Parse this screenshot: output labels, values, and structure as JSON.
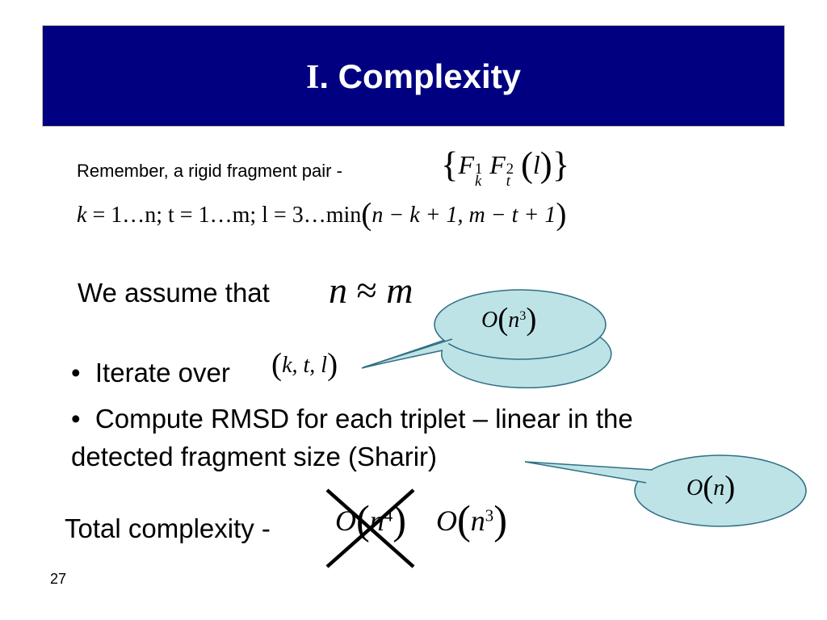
{
  "slide": {
    "title_numeral": "I",
    "title_text": ". Complexity",
    "page_number": "27"
  },
  "intro": {
    "remember_text": "Remember, a rigid fragment pair -",
    "range_k": "k",
    "range_values": "= 1…n; t = 1…m; l = 3…min",
    "range_args": "n − k + 1, m − t + 1"
  },
  "assumption": {
    "label": "We assume that",
    "expr_n": "n",
    "expr_rel": "≈",
    "expr_m": "m"
  },
  "bullets": [
    {
      "text": "Iterate over",
      "math": "k, t, l"
    },
    {
      "text": "Compute RMSD for each triplet – linear in the",
      "continuation": "detected fragment size (Sharir)"
    }
  ],
  "callouts": [
    {
      "o": "O",
      "base": "n",
      "exp": "3",
      "fill": "#bde3e6"
    },
    {
      "o": "O",
      "base": "n",
      "exp": "",
      "fill": "#bde3e6"
    }
  ],
  "total": {
    "label": "Total complexity -",
    "crossed": {
      "o": "O",
      "base": "n",
      "exp": "4"
    },
    "result": {
      "o": "O",
      "base": "n",
      "exp": "3"
    }
  },
  "colors": {
    "title_bg": "#000080",
    "title_text": "#ffffff",
    "callout_fill": "#bde3e6",
    "callout_stroke": "#2f6f86"
  }
}
